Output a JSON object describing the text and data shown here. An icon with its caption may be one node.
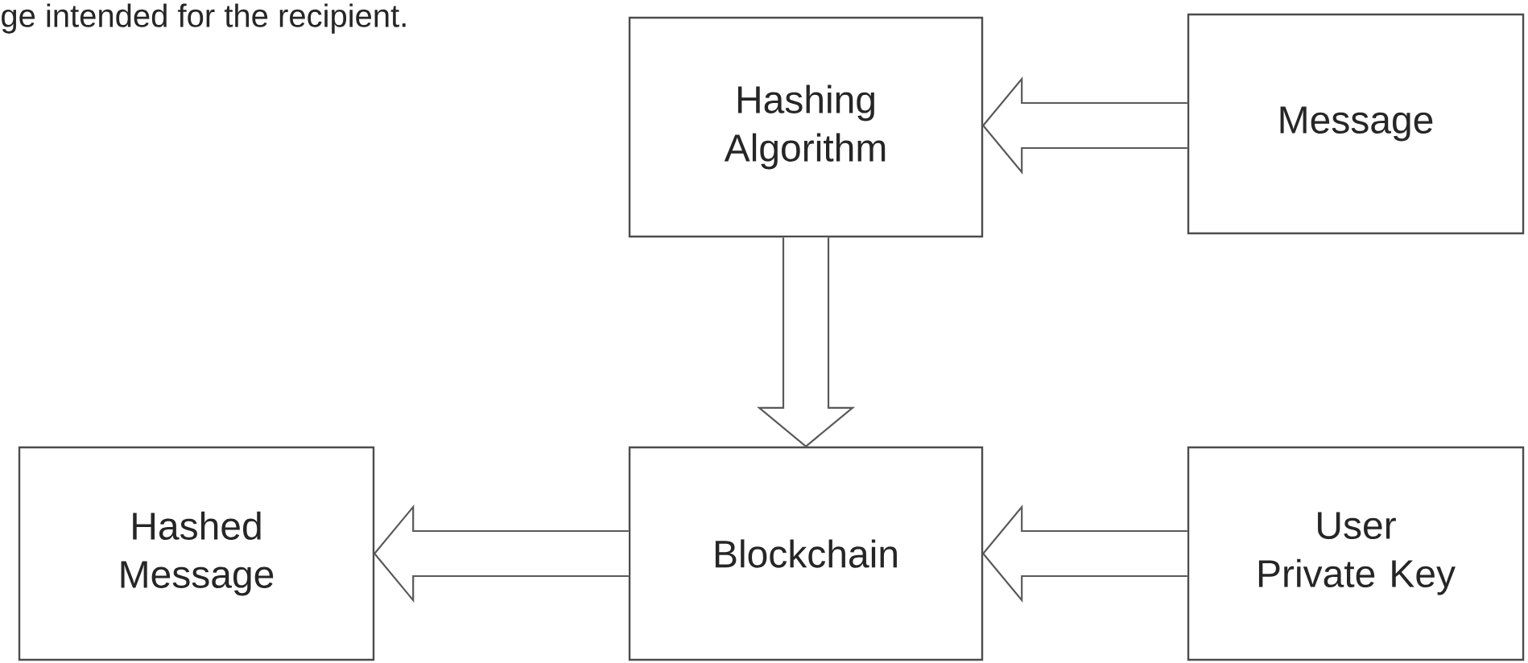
{
  "diagram": {
    "nodes": [
      {
        "text": [
          "Hashing Algorithm"
        ]
      },
      {
        "text": [
          "Message"
        ]
      },
      {
        "text": [
          "Hashed Message"
        ]
      },
      {
        "text": [
          "Blockchain"
        ]
      },
      {
        "text": [
          "User Private Key"
        ]
      }
    ],
    "edges": [
      {
        "from": 1,
        "to": 0,
        "arrow": "to"
      },
      {
        "from": 0,
        "to": 3,
        "arrow": "to"
      },
      {
        "from": 4,
        "to": 3,
        "arrow": "to"
      },
      {
        "from": 3,
        "to": 2,
        "arrow": "to"
      }
    ],
    "labels": [
      "ge intended for the recipient."
    ]
  }
}
